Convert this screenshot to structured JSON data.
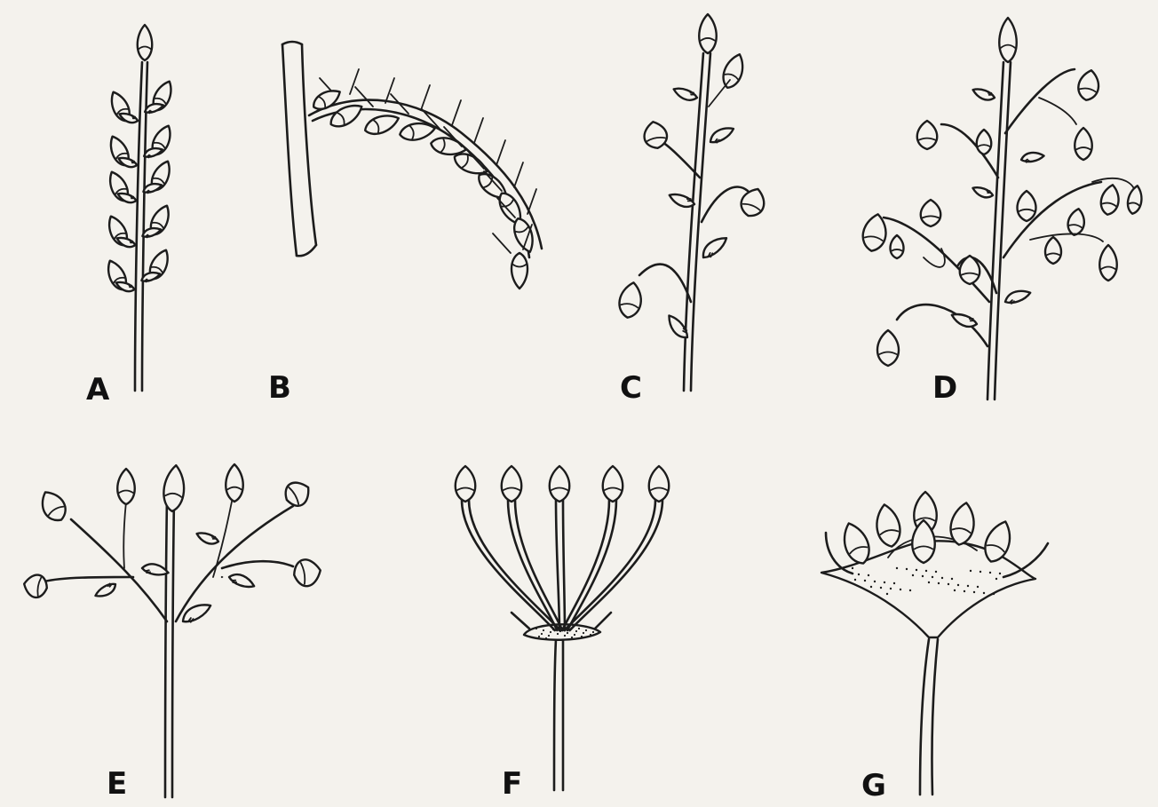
{
  "panels": [
    {
      "id": "A",
      "label": "A"
    },
    {
      "id": "B",
      "label": "B"
    },
    {
      "id": "C",
      "label": "C"
    },
    {
      "id": "D",
      "label": "D"
    },
    {
      "id": "E",
      "label": "E"
    },
    {
      "id": "F",
      "label": "F"
    },
    {
      "id": "G",
      "label": "G"
    }
  ],
  "colors": {
    "ink": "#1c1c1c",
    "paper": "#f4f2ed"
  }
}
